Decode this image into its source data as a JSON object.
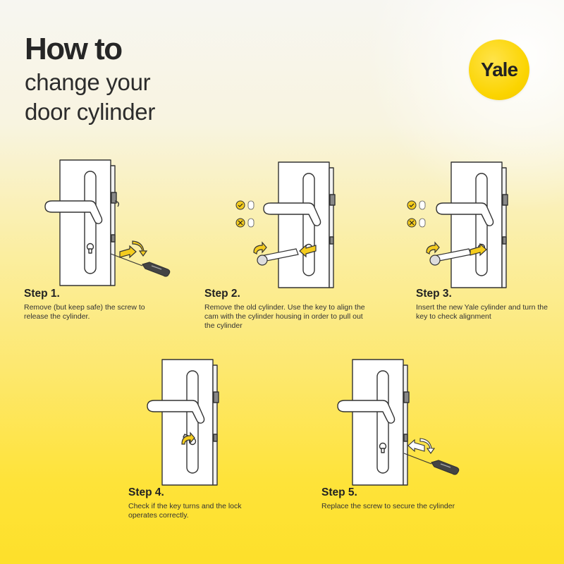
{
  "title": {
    "line1": "How to",
    "line2": "change your",
    "line3": "door cylinder"
  },
  "brand": {
    "logo_text": "Yale",
    "accent": "#fdd800"
  },
  "steps": [
    {
      "title": "Step 1.",
      "desc": "Remove (but keep safe) the screw to release the cylinder."
    },
    {
      "title": "Step 2.",
      "desc": "Remove the old cylinder. Use the key to align the cam with the cylinder housing in order to pull out the cylinder"
    },
    {
      "title": "Step 3.",
      "desc": "Insert the new Yale cylinder and turn the key to check alignment"
    },
    {
      "title": "Step 4.",
      "desc": "Check if the key turns and the lock operates correctly."
    },
    {
      "title": "Step 5.",
      "desc": "Replace the screw to secure the cylinder"
    }
  ]
}
